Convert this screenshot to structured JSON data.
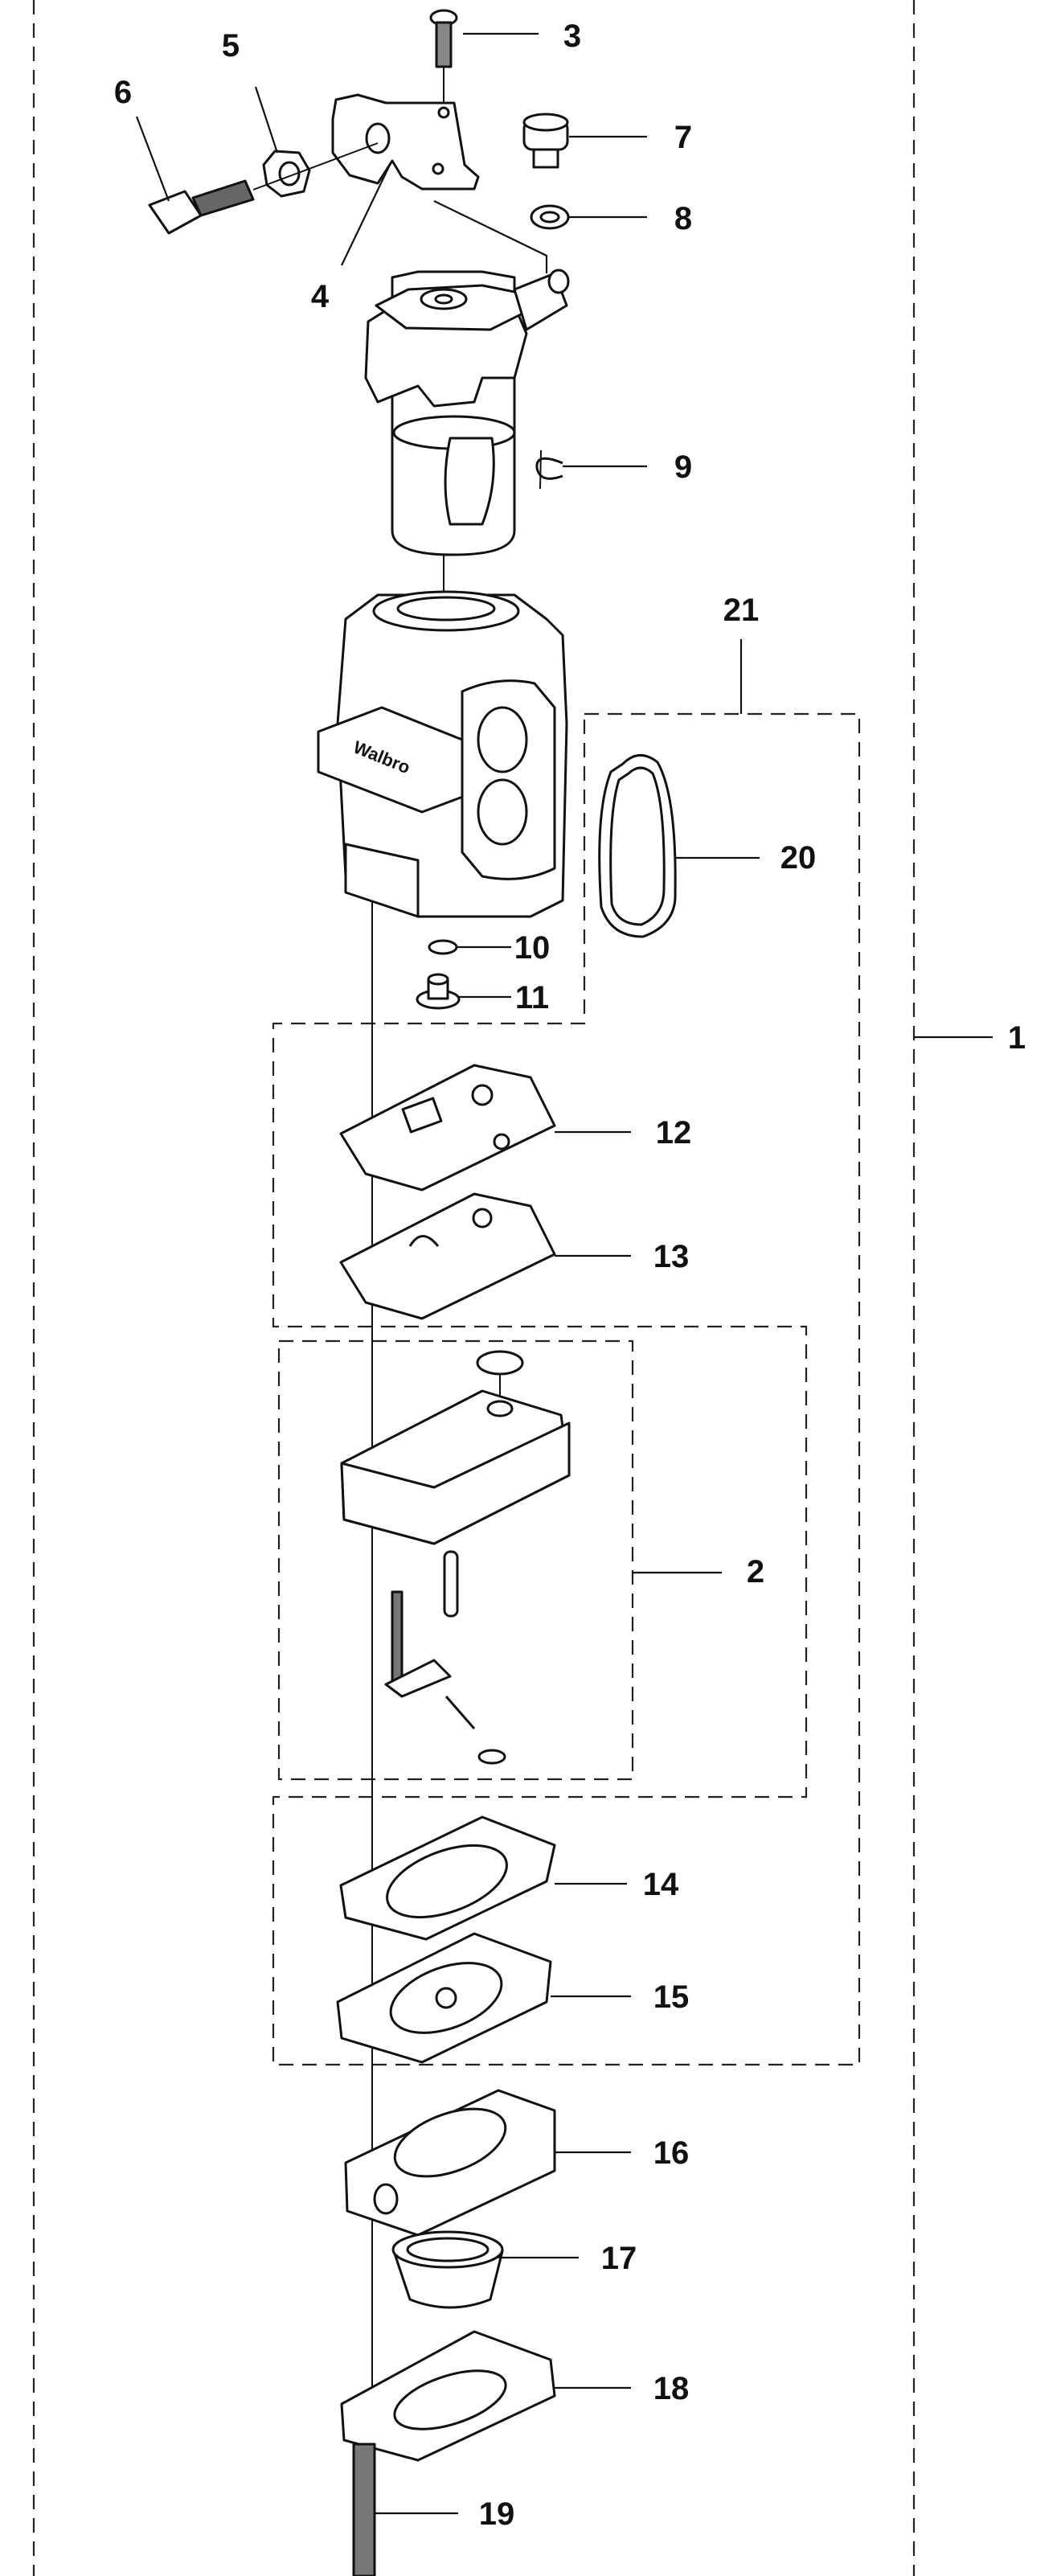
{
  "diagram": {
    "brand_mark": "Walbro",
    "callouts": [
      {
        "id": "c1",
        "label": "1",
        "part": "carburetor-assembly"
      },
      {
        "id": "c2",
        "label": "2",
        "part": "metering-body-kit"
      },
      {
        "id": "c3",
        "label": "3",
        "part": "screw"
      },
      {
        "id": "c4",
        "label": "4",
        "part": "throttle-lever"
      },
      {
        "id": "c5",
        "label": "5",
        "part": "nut"
      },
      {
        "id": "c6",
        "label": "6",
        "part": "cable-adjuster"
      },
      {
        "id": "c7",
        "label": "7",
        "part": "idle-screw"
      },
      {
        "id": "c8",
        "label": "8",
        "part": "washer"
      },
      {
        "id": "c9",
        "label": "9",
        "part": "e-clip"
      },
      {
        "id": "c10",
        "label": "10",
        "part": "o-ring"
      },
      {
        "id": "c11",
        "label": "11",
        "part": "plug"
      },
      {
        "id": "c12",
        "label": "12",
        "part": "gasket"
      },
      {
        "id": "c13",
        "label": "13",
        "part": "plate"
      },
      {
        "id": "c14",
        "label": "14",
        "part": "gasket"
      },
      {
        "id": "c15",
        "label": "15",
        "part": "diaphragm"
      },
      {
        "id": "c16",
        "label": "16",
        "part": "pump-cover"
      },
      {
        "id": "c17",
        "label": "17",
        "part": "primer-bulb"
      },
      {
        "id": "c18",
        "label": "18",
        "part": "retainer-plate"
      },
      {
        "id": "c19",
        "label": "19",
        "part": "screw"
      },
      {
        "id": "c20",
        "label": "20",
        "part": "gasket-ring"
      },
      {
        "id": "c21",
        "label": "21",
        "part": "gasket-kit"
      }
    ]
  }
}
